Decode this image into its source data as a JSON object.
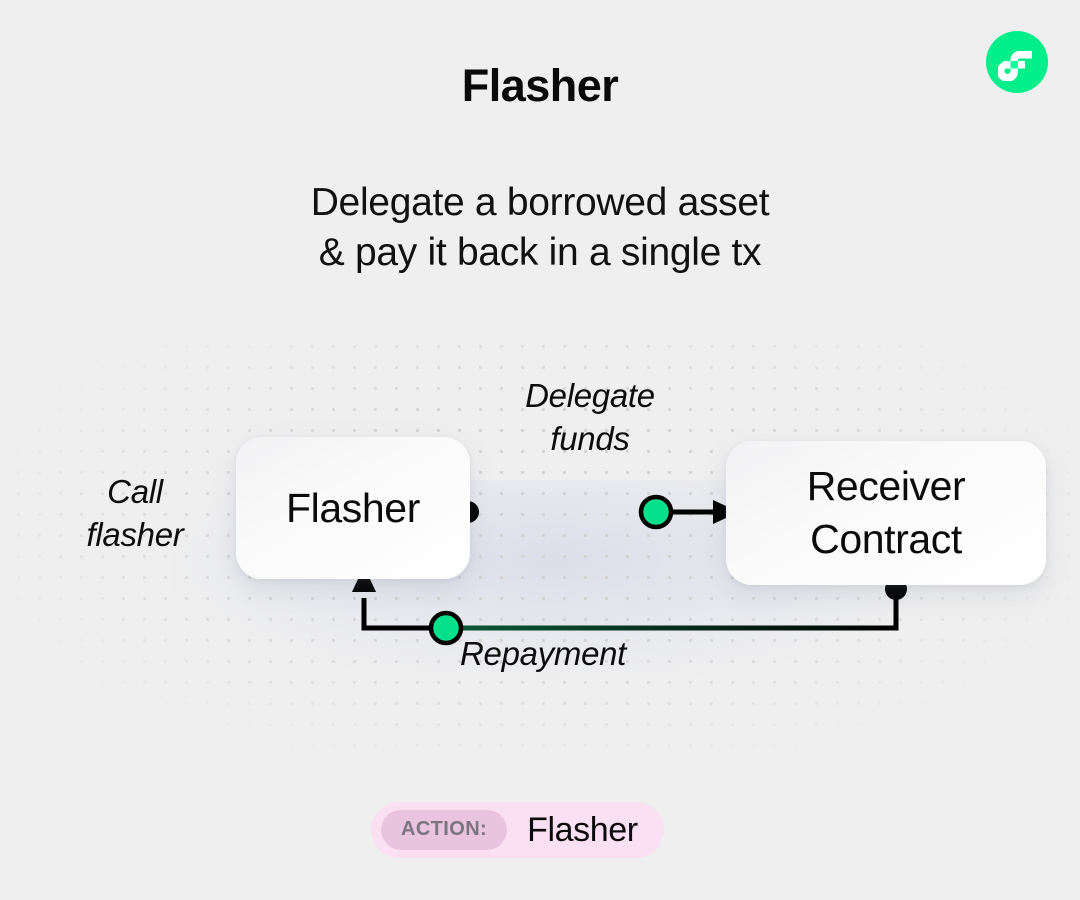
{
  "header": {
    "title": "Flasher",
    "logo_icon": "flow-logo-icon",
    "logo_color": "#00ef8b"
  },
  "subtitle": {
    "line1": "Delegate a borrowed asset",
    "line2": "& pay it back in a single tx"
  },
  "diagram": {
    "background_color": "#efefef",
    "accent_color": "#05e08c",
    "stroke_color": "#000000",
    "nodes": [
      {
        "id": "flasher",
        "label": "Flasher"
      },
      {
        "id": "receiver",
        "label": "Receiver\nContract"
      }
    ],
    "edges": [
      {
        "id": "call-flasher",
        "label": "Call\nflasher",
        "from": "external",
        "to": "flasher"
      },
      {
        "id": "delegate-funds",
        "label": "Delegate\nfunds",
        "from": "flasher",
        "to": "receiver",
        "has_accent_node": true
      },
      {
        "id": "repayment",
        "label": "Repayment",
        "from": "receiver",
        "to": "flasher",
        "has_accent_node": true
      }
    ]
  },
  "action_badge": {
    "key": "ACTION:",
    "value": "Flasher",
    "background_color": "#fbdff2",
    "key_background_color": "#e9c4de"
  }
}
